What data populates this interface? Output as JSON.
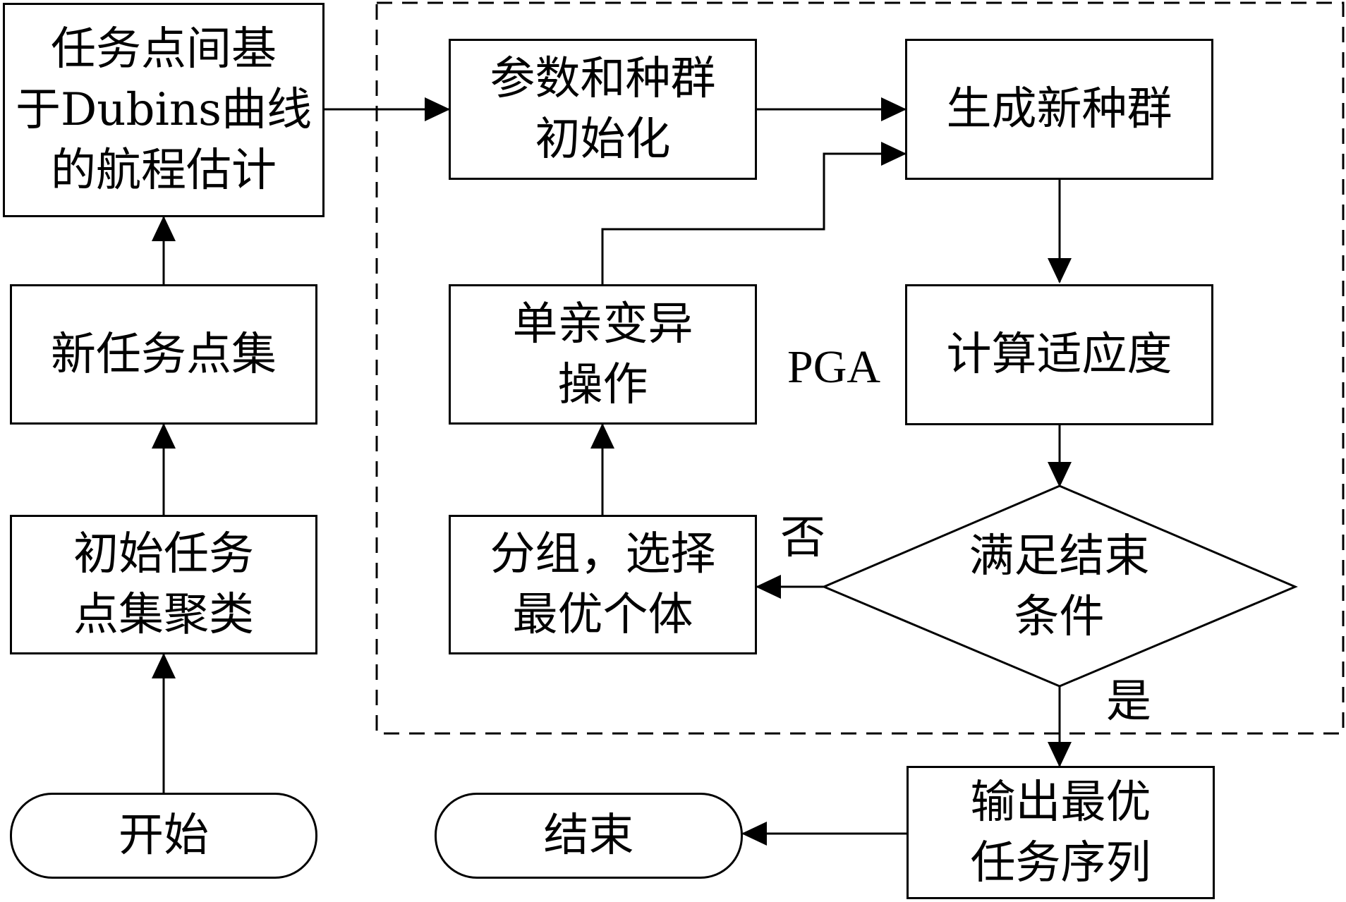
{
  "nodes": {
    "dubins_estimate": [
      "任务点间基",
      "于Dubins曲线",
      "的航程估计"
    ],
    "new_task_set": [
      "新任务点集"
    ],
    "initial_clustering": [
      "初始任务",
      "点集聚类"
    ],
    "start": [
      "开始"
    ],
    "init_population": [
      "参数和种群",
      "初始化"
    ],
    "generate_population": [
      "生成新种群"
    ],
    "mutation": [
      "单亲变异",
      "操作"
    ],
    "fitness": [
      "计算适应度"
    ],
    "grouping": [
      "分组，选择",
      "最优个体"
    ],
    "end_condition": [
      "满足结束",
      "条件"
    ],
    "output": [
      "输出最优",
      "任务序列"
    ],
    "end": [
      "结束"
    ]
  },
  "labels": {
    "pga": "PGA",
    "no": "否",
    "yes": "是"
  },
  "colors": {
    "stroke": "#000000",
    "background": "#ffffff"
  }
}
